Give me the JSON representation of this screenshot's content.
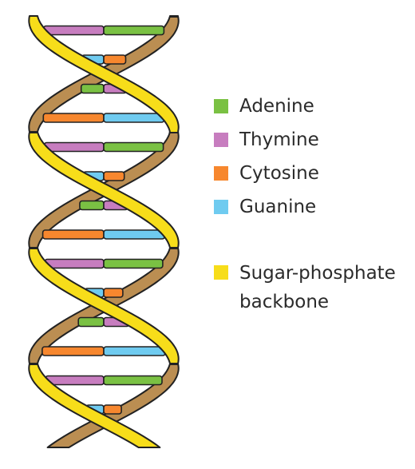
{
  "legend": {
    "items": [
      {
        "id": "adenine",
        "label": "Adenine",
        "color": "#7ac143"
      },
      {
        "id": "thymine",
        "label": "Thymine",
        "color": "#c77dbf"
      },
      {
        "id": "cytosine",
        "label": "Cytosine",
        "color": "#f7872e"
      },
      {
        "id": "guanine",
        "label": "Guanine",
        "color": "#6fcbf0"
      }
    ],
    "backbone": {
      "label": "Sugar-phosphate backbone",
      "color": "#f7dd1a"
    }
  },
  "colors": {
    "backbone_front": "#f7dd1a",
    "backbone_back": "#bb8e52",
    "outline": "#222222",
    "adenine": "#7ac143",
    "thymine": "#c77dbf",
    "cytosine": "#f7872e",
    "guanine": "#6fcbf0"
  },
  "helix": {
    "base_pairs": [
      [
        "thymine",
        "adenine"
      ],
      [
        "guanine",
        "cytosine"
      ],
      [
        "adenine",
        "thymine"
      ],
      [
        "cytosine",
        "guanine"
      ],
      [
        "thymine",
        "adenine"
      ],
      [
        "guanine",
        "cytosine"
      ],
      [
        "adenine",
        "thymine"
      ],
      [
        "cytosine",
        "guanine"
      ],
      [
        "thymine",
        "adenine"
      ],
      [
        "guanine",
        "cytosine"
      ],
      [
        "adenine",
        "thymine"
      ],
      [
        "cytosine",
        "guanine"
      ],
      [
        "thymine",
        "adenine"
      ],
      [
        "guanine",
        "cytosine"
      ]
    ]
  }
}
